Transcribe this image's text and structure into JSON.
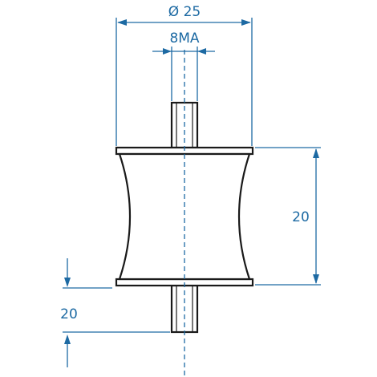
{
  "dimensions": {
    "outer_diameter": "Ø 25",
    "thread": "8MA",
    "body_height": "20",
    "stud_length": "20"
  },
  "colors": {
    "dimension": "#1d6aa3",
    "outline": "#1a1a1a",
    "background": "#ffffff"
  }
}
